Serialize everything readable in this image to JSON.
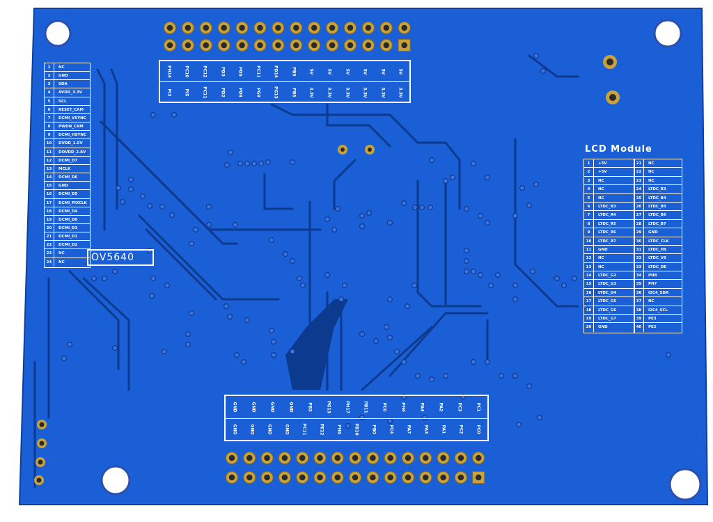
{
  "colors": {
    "board": "#1a5fd6",
    "board_edge": "#0e3f9c",
    "trace": "#0b3a8e",
    "silkscreen": "#ffffff",
    "pad_gold": "#c8a23c",
    "pad_hole": "#2b2a26"
  },
  "camera": {
    "label": "OV5640",
    "pins": [
      {
        "n": "1",
        "s": "NC"
      },
      {
        "n": "2",
        "s": "GND"
      },
      {
        "n": "3",
        "s": "SDA"
      },
      {
        "n": "4",
        "s": "AVDD_3.3V"
      },
      {
        "n": "5",
        "s": "SCL"
      },
      {
        "n": "6",
        "s": "RESET_CAM"
      },
      {
        "n": "7",
        "s": "DCMI_VSYNC"
      },
      {
        "n": "8",
        "s": "PWDN_CAM"
      },
      {
        "n": "9",
        "s": "DCMI_HSYNC"
      },
      {
        "n": "10",
        "s": "DVDD_1.5V"
      },
      {
        "n": "11",
        "s": "DOVDD_2.8V"
      },
      {
        "n": "12",
        "s": "DCMI_D7"
      },
      {
        "n": "13",
        "s": "MCLK"
      },
      {
        "n": "14",
        "s": "DCMI_D6"
      },
      {
        "n": "15",
        "s": "GND"
      },
      {
        "n": "16",
        "s": "DCMI_D5"
      },
      {
        "n": "17",
        "s": "DCMI_PIXCLK"
      },
      {
        "n": "18",
        "s": "DCMI_D4"
      },
      {
        "n": "19",
        "s": "DCMI_D0"
      },
      {
        "n": "20",
        "s": "DCMI_D3"
      },
      {
        "n": "21",
        "s": "DCMI_D1"
      },
      {
        "n": "22",
        "s": "DCMI_D2"
      },
      {
        "n": "23",
        "s": "NC"
      },
      {
        "n": "24",
        "s": "NC"
      }
    ]
  },
  "lcd": {
    "title": "LCD Module",
    "left": [
      {
        "n": "1",
        "s": "+5V"
      },
      {
        "n": "2",
        "s": "+5V"
      },
      {
        "n": "3",
        "s": "NC"
      },
      {
        "n": "4",
        "s": "NC"
      },
      {
        "n": "5",
        "s": "NC"
      },
      {
        "n": "6",
        "s": "LTDC_R3"
      },
      {
        "n": "7",
        "s": "LTDC_R4"
      },
      {
        "n": "8",
        "s": "LTDC_R5"
      },
      {
        "n": "9",
        "s": "LTDC_R6"
      },
      {
        "n": "10",
        "s": "LTDC_R7"
      },
      {
        "n": "11",
        "s": "GND"
      },
      {
        "n": "12",
        "s": "NC"
      },
      {
        "n": "13",
        "s": "NC"
      },
      {
        "n": "14",
        "s": "LTDC_G2"
      },
      {
        "n": "15",
        "s": "LTDC_G3"
      },
      {
        "n": "16",
        "s": "LTDC_G4"
      },
      {
        "n": "17",
        "s": "LTDC_G5"
      },
      {
        "n": "18",
        "s": "LTDC_G6"
      },
      {
        "n": "19",
        "s": "LTDC_G7"
      },
      {
        "n": "20",
        "s": "GND"
      }
    ],
    "right": [
      {
        "n": "21",
        "s": "NC"
      },
      {
        "n": "22",
        "s": "NC"
      },
      {
        "n": "23",
        "s": "NC"
      },
      {
        "n": "24",
        "s": "LTDC_B3"
      },
      {
        "n": "25",
        "s": "LTDC_B4"
      },
      {
        "n": "26",
        "s": "LTDC_B5"
      },
      {
        "n": "27",
        "s": "LTDC_B6"
      },
      {
        "n": "28",
        "s": "LTDC_B7"
      },
      {
        "n": "29",
        "s": "GND"
      },
      {
        "n": "30",
        "s": "LTDC_CLK"
      },
      {
        "n": "31",
        "s": "LTDC_HS"
      },
      {
        "n": "32",
        "s": "LTDC_VS"
      },
      {
        "n": "33",
        "s": "LTDC_DE"
      },
      {
        "n": "34",
        "s": "PH8"
      },
      {
        "n": "35",
        "s": "PH7"
      },
      {
        "n": "36",
        "s": "I2C4_SDA"
      },
      {
        "n": "37",
        "s": "NC"
      },
      {
        "n": "38",
        "s": "I2C4_SCL"
      },
      {
        "n": "39",
        "s": "PE3"
      },
      {
        "n": "40",
        "s": "PE2"
      }
    ]
  },
  "top_header": {
    "row_top": [
      "PH14",
      "PC10",
      "PC12",
      "PD3",
      "PD5",
      "PC11",
      "PD14",
      "PB9",
      "5V",
      "5V",
      "5V",
      "5V",
      "5V",
      "5V"
    ],
    "row_bottom": [
      "PI3",
      "PI5",
      "PC11",
      "PD2",
      "PD4",
      "PG9",
      "PG13",
      "PB5",
      "3.3V",
      "3.3V",
      "3.3V",
      "3.3V",
      "3.3V",
      "3.3V"
    ]
  },
  "bottom_header": {
    "row_top": [
      "GND",
      "GND",
      "GND",
      "GND",
      "PB3",
      "PG13",
      "PH17",
      "PB11",
      "PC0",
      "PH4",
      "PA4",
      "PA2",
      "PC3",
      "PC1"
    ],
    "row_bottom": [
      "GND",
      "GND",
      "GND",
      "GND",
      "PC11",
      "PE12",
      "PH6",
      "PB10",
      "PB0",
      "PC4",
      "PA7",
      "PA3",
      "PA1",
      "PC2",
      "PC0"
    ]
  }
}
